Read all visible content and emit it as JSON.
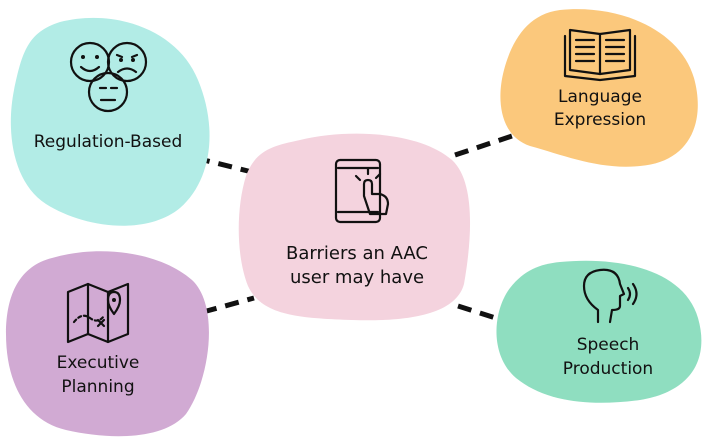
{
  "colors": {
    "regulation": "#b2ece6",
    "language": "#fbc87c",
    "center": "#f4d3de",
    "executive": "#d1aad3",
    "speech": "#8fdec0",
    "ink": "#111111"
  },
  "center": {
    "line1": "Barriers an AAC",
    "line2": "user may have",
    "icon": "tablet-touch-icon"
  },
  "nodes": {
    "regulation": {
      "line1": "Regulation-Based",
      "icon": "faces-emotions-icon"
    },
    "language": {
      "line1": "Language",
      "line2": "Expression",
      "icon": "open-book-icon"
    },
    "executive": {
      "line1": "Executive",
      "line2": "Planning",
      "icon": "treasure-map-icon"
    },
    "speech": {
      "line1": "Speech",
      "line2": "Production",
      "icon": "speaking-head-icon"
    }
  }
}
